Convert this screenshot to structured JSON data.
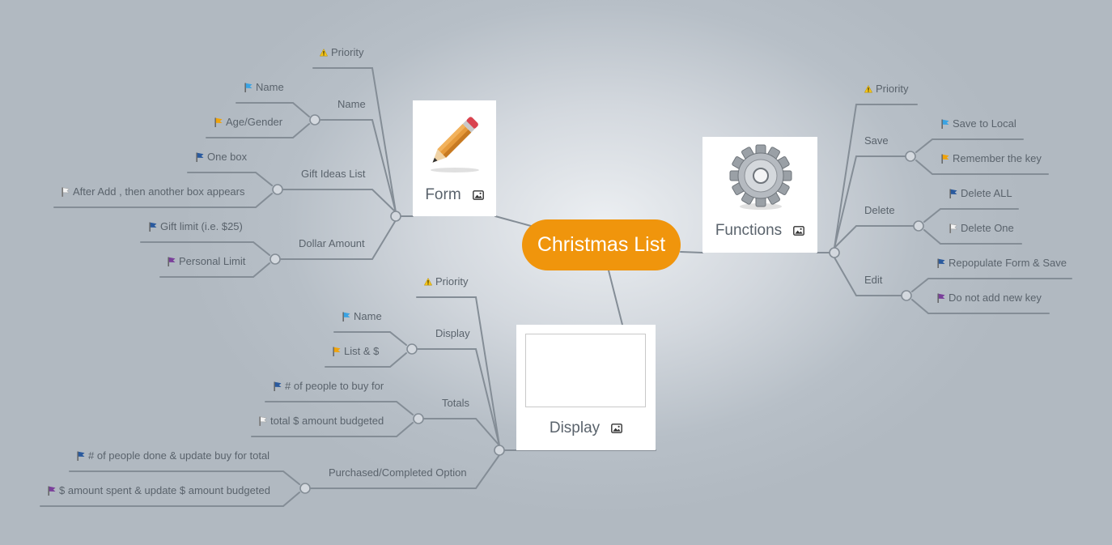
{
  "colors": {
    "root_fill": "#f0950c",
    "root_text": "#ffffff",
    "line": "#848d96",
    "label_text": "#5a636c",
    "flag_lightblue": "#3aa3e3",
    "flag_navy": "#2a5a9e",
    "flag_orange": "#f0a30a",
    "flag_white": "#f4f4f4",
    "flag_purple": "#7a3f9a",
    "warning_yellow": "#f5c518"
  },
  "root": {
    "label": "Christmas List"
  },
  "branches": {
    "form": {
      "label": "Form",
      "image_icon": "pencil-icon",
      "children": {
        "priority": {
          "label": "Priority",
          "marker": "warning-icon"
        },
        "name": {
          "label": "Name",
          "items": [
            {
              "label": "Name",
              "flag": "lightblue"
            },
            {
              "label": "Age/Gender",
              "flag": "orange"
            }
          ]
        },
        "gift_ideas": {
          "label": "Gift Ideas List",
          "items": [
            {
              "label": "One box",
              "flag": "navy"
            },
            {
              "label": "After Add , then another box appears",
              "flag": "white"
            }
          ]
        },
        "dollar_amount": {
          "label": "Dollar Amount",
          "items": [
            {
              "label": "Gift limit (i.e. $25)",
              "flag": "navy"
            },
            {
              "label": "Personal Limit",
              "flag": "purple"
            }
          ]
        }
      }
    },
    "functions": {
      "label": "Functions",
      "image_icon": "gear-icon",
      "children": {
        "priority": {
          "label": "Priority",
          "marker": "warning-icon"
        },
        "save": {
          "label": "Save",
          "items": [
            {
              "label": "Save to Local",
              "flag": "lightblue"
            },
            {
              "label": "Remember the key",
              "flag": "orange"
            }
          ]
        },
        "delete": {
          "label": "Delete",
          "items": [
            {
              "label": "Delete ALL",
              "flag": "navy"
            },
            {
              "label": "Delete One",
              "flag": "white"
            }
          ]
        },
        "edit": {
          "label": "Edit",
          "items": [
            {
              "label": "Repopulate Form & Save",
              "flag": "navy"
            },
            {
              "label": "Do not add new key",
              "flag": "purple"
            }
          ]
        }
      }
    },
    "display": {
      "label": "Display",
      "image_icon": "broken-image-icon",
      "children": {
        "priority": {
          "label": "Priority",
          "marker": "warning-icon"
        },
        "display": {
          "label": "Display",
          "items": [
            {
              "label": "Name",
              "flag": "lightblue"
            },
            {
              "label": "List  & $",
              "flag": "orange"
            }
          ]
        },
        "totals": {
          "label": "Totals",
          "items": [
            {
              "label": "# of people to buy for",
              "flag": "navy"
            },
            {
              "label": "total $ amount budgeted",
              "flag": "white"
            }
          ]
        },
        "purchased": {
          "label": "Purchased/Completed Option",
          "items": [
            {
              "label": "# of people done & update buy for total",
              "flag": "navy"
            },
            {
              "label": "$ amount spent & update $ amount budgeted",
              "flag": "purple"
            }
          ]
        }
      }
    }
  }
}
